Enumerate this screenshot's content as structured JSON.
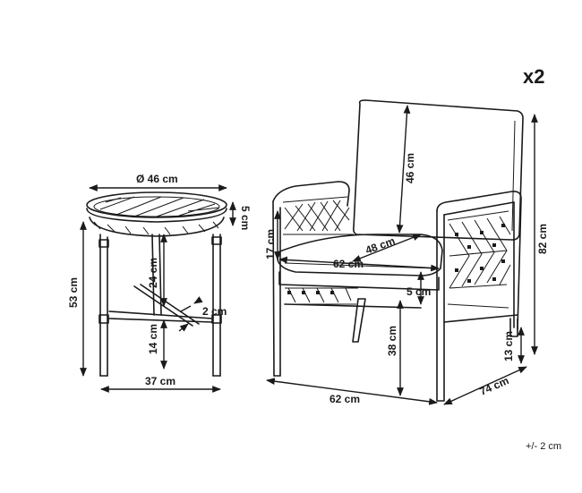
{
  "quantity": "x2",
  "tolerance": "+/- 2 cm",
  "table": {
    "diameter": "Ø 46 cm",
    "top_thickness": "5 cm",
    "total_height": "53 cm",
    "upper_leg": "24 cm",
    "crossbar": "2 cm",
    "lower_leg": "14 cm",
    "base_width": "37 cm"
  },
  "chair": {
    "back_height": "46 cm",
    "armrest_height": "17 cm",
    "seat_depth": "48 cm",
    "seat_width": "62 cm",
    "cushion_thickness": "5 cm",
    "seat_height": "38 cm",
    "total_height": "82 cm",
    "ground_clearance": "13 cm",
    "total_width": "62 cm",
    "total_depth": "74 cm"
  }
}
